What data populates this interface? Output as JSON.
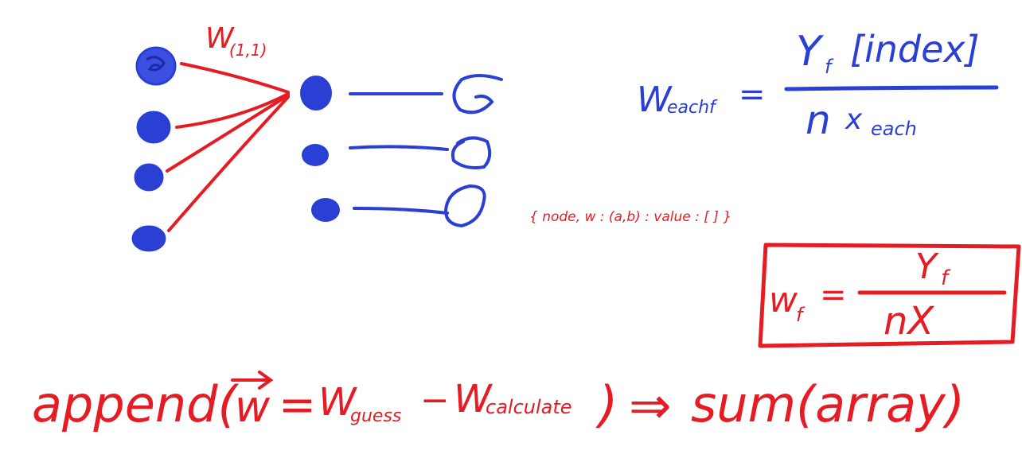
{
  "colors": {
    "red": "#e51c23",
    "blue": "#2a3fd4",
    "background": "#ffffff"
  },
  "network": {
    "input_nodes": 4,
    "hidden_nodes": 3,
    "output_nodes": 3,
    "weight_label": {
      "base": "W",
      "subscript": "(1,1)"
    }
  },
  "formula_top": {
    "lhs_base": "W",
    "lhs_sub": "eachf",
    "equals": "=",
    "numerator_base": "Y",
    "numerator_sub": "f",
    "numerator_bracket": "[index]",
    "denominator_n": "n",
    "denominator_x": "x",
    "denominator_sub": "each"
  },
  "note_small": "{ node, w : (a,b) : value : [ ] }",
  "formula_boxed": {
    "lhs_base": "w",
    "lhs_sub": "f",
    "equals": "=",
    "numerator_base": "Y",
    "numerator_sub": "f",
    "denominator": "nX"
  },
  "bottom_line": {
    "prefix": "append(",
    "vector": "w",
    "equals": "=",
    "w1_base": "W",
    "w1_sub": "guess",
    "minus": "−",
    "w2_base": "W",
    "w2_sub": "calculate",
    "close": ")",
    "arrow": "⇒",
    "result": "sum(array)"
  }
}
